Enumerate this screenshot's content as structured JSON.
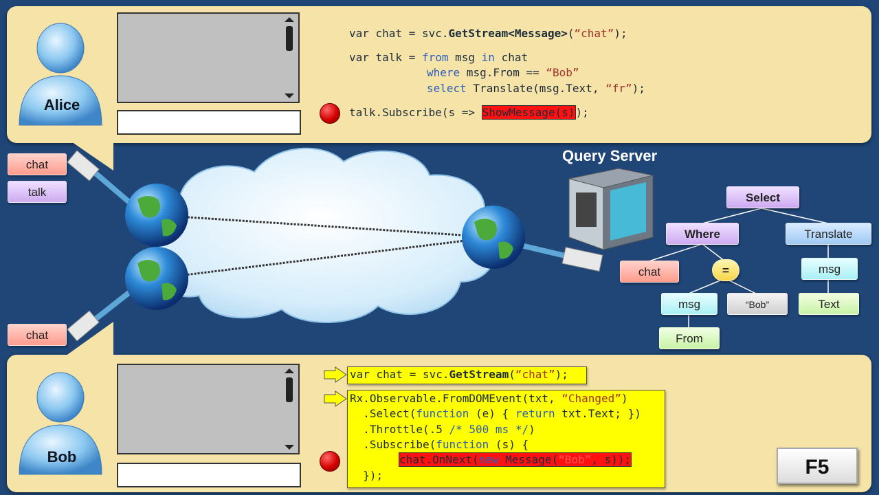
{
  "alice": {
    "name": "Alice",
    "code": {
      "line1": {
        "a": "var chat = svc.",
        "b": "GetStream<Message>",
        "c": "(",
        "d": "“chat”",
        "e": ");"
      },
      "line2": {
        "a": "var talk = ",
        "b": "from",
        "c": " msg ",
        "d": "in",
        "e": " chat"
      },
      "line3": {
        "a": "where",
        "b": " msg.From == ",
        "c": "“Bob”"
      },
      "line4": {
        "a": "select",
        "b": " Translate(msg.Text, ",
        "c": "“fr”",
        "d": ");"
      },
      "line5": {
        "a": "talk.Subscribe(s => ",
        "b": "ShowMessage(s)",
        "c": ");"
      }
    }
  },
  "bob": {
    "name": "Bob",
    "code": {
      "line1": {
        "a": "var chat = svc.",
        "b": "GetStream",
        "c": "(",
        "d": "“chat”",
        "e": ");"
      },
      "line2": {
        "a": "Rx.Observable.FromDOMEvent(txt, ",
        "b": "“Changed”",
        "c": ")"
      },
      "line3": {
        "a": "  .Select(",
        "b": "function",
        "c": " (e) { ",
        "d": "return",
        "e": " txt.Text; })"
      },
      "line4": {
        "a": "  .Throttle(.5 ",
        "b": "/* 500 ms */",
        "c": ")"
      },
      "line5": {
        "a": "  .Subscribe(",
        "b": "function",
        "c": " (s) {"
      },
      "line6": {
        "a": "chat.OnNext(",
        "b": "new",
        "c": " Message(",
        "d": "“Bob”",
        "e": ", s));"
      },
      "line7": {
        "a": "  });"
      }
    }
  },
  "tags": {
    "chat": "chat",
    "talk": "talk"
  },
  "server": {
    "title": "Query Server"
  },
  "tree": {
    "select": "Select",
    "where": "Where",
    "translate": "Translate",
    "chat": "chat",
    "eq": "=",
    "msg_left": "msg",
    "bob": "“Bob”",
    "from": "From",
    "msg_right": "msg",
    "text": "Text"
  },
  "key": {
    "label": "F5"
  },
  "colors": {
    "background": "#1f4677",
    "panel": "#f5e3a8",
    "highlight_yellow": "#ffff00",
    "highlight_red": "#ff1111"
  }
}
